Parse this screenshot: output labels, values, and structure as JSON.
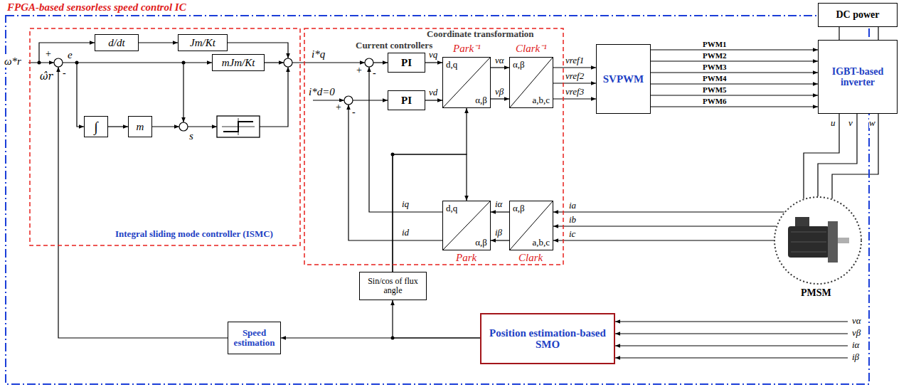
{
  "diagram": {
    "nodes": [
      {
        "text": [
          "FPGA-based sensorless speed control IC"
        ]
      },
      {
        "text": [
          "Integral sliding mode controller (ISMC)"
        ],
        "in": 0
      },
      {
        "text": [
          "d/dt"
        ],
        "in": 1
      },
      {
        "text": [
          "Jm/Kt"
        ],
        "in": 1
      },
      {
        "text": [
          "mJm/Kt"
        ],
        "in": 1
      },
      {
        "text": [
          "∫"
        ],
        "in": 1
      },
      {
        "text": [
          "m"
        ],
        "in": 1
      },
      {
        "text": [
          "Coordinate transformation",
          "Current controllers"
        ],
        "in": 0
      },
      {
        "text": [
          "PI"
        ],
        "in": 7
      },
      {
        "text": [
          "PI"
        ],
        "in": 7
      },
      {
        "text": [
          "Park⁻¹",
          "d,q",
          "α,β"
        ],
        "in": 7
      },
      {
        "text": [
          "Clark⁻¹",
          "α,β",
          "a,b,c"
        ],
        "in": 7
      },
      {
        "text": [
          "d,q",
          "α,β",
          "Park"
        ],
        "in": 7
      },
      {
        "text": [
          "α,β",
          "a,b,c",
          "Clark"
        ],
        "in": 7
      },
      {
        "text": [
          "Sin/cos of flux angle"
        ],
        "in": 0
      },
      {
        "text": [
          "SVPWM"
        ],
        "in": 0
      },
      {
        "text": [
          "Speed estimation"
        ],
        "in": 0
      },
      {
        "text": [
          "Position estimation-based SMO"
        ],
        "in": 0
      },
      {
        "text": [
          "DC power"
        ]
      },
      {
        "text": [
          "IGBT-based inverter"
        ]
      },
      {
        "text": [
          "PMSM"
        ]
      }
    ],
    "edges": [
      {
        "from": 2,
        "to": 3,
        "arrow": "to"
      },
      {
        "from": 5,
        "to": 6,
        "arrow": "to"
      },
      {
        "from": 8,
        "to": 10,
        "arrow": "to",
        "label": "vq"
      },
      {
        "from": 9,
        "to": 10,
        "arrow": "to",
        "label": "vd"
      },
      {
        "from": 10,
        "to": 11,
        "arrow": "to",
        "label": "vα"
      },
      {
        "from": 10,
        "to": 11,
        "arrow": "to",
        "label": "vβ"
      },
      {
        "from": 11,
        "to": 15,
        "arrow": "to",
        "label": "vref1"
      },
      {
        "from": 11,
        "to": 15,
        "arrow": "to",
        "label": "vref2"
      },
      {
        "from": 11,
        "to": 15,
        "arrow": "to",
        "label": "vref3"
      },
      {
        "from": 15,
        "to": 19,
        "arrow": "to",
        "label": "PWM1"
      },
      {
        "from": 15,
        "to": 19,
        "arrow": "to",
        "label": "PWM2"
      },
      {
        "from": 15,
        "to": 19,
        "arrow": "to",
        "label": "PWM3"
      },
      {
        "from": 15,
        "to": 19,
        "arrow": "to",
        "label": "PWM4"
      },
      {
        "from": 15,
        "to": 19,
        "arrow": "to",
        "label": "PWM5"
      },
      {
        "from": 15,
        "to": 19,
        "arrow": "to",
        "label": "PWM6"
      },
      {
        "from": 18,
        "to": 19,
        "arrow": "none"
      },
      {
        "from": 18,
        "to": 19,
        "arrow": "none"
      },
      {
        "from": 19,
        "to": 20,
        "arrow": "none",
        "label": "u"
      },
      {
        "from": 19,
        "to": 20,
        "arrow": "none",
        "label": "v"
      },
      {
        "from": 19,
        "to": 20,
        "arrow": "none",
        "label": "w"
      },
      {
        "from": 20,
        "to": 13,
        "arrow": "to",
        "label": "ia"
      },
      {
        "from": 20,
        "to": 13,
        "arrow": "to",
        "label": "ib"
      },
      {
        "from": 20,
        "to": 13,
        "arrow": "to",
        "label": "ic"
      },
      {
        "from": 13,
        "to": 12,
        "arrow": "to",
        "label": "iα"
      },
      {
        "from": 13,
        "to": 12,
        "arrow": "to",
        "label": "iβ"
      },
      {
        "from": 14,
        "to": 10,
        "arrow": "to"
      },
      {
        "from": 14,
        "to": 12,
        "arrow": "to"
      },
      {
        "from": 17,
        "to": 14,
        "arrow": "to"
      },
      {
        "from": 17,
        "to": 16,
        "arrow": "to"
      }
    ],
    "labels": [
      "ω*r",
      "+",
      "-",
      "ω̂r",
      "e",
      "s",
      "i*q",
      "+",
      "-",
      "i*d=0",
      "+",
      "-",
      "iq",
      "id",
      "vα",
      "vβ",
      "iα",
      "iβ"
    ]
  }
}
